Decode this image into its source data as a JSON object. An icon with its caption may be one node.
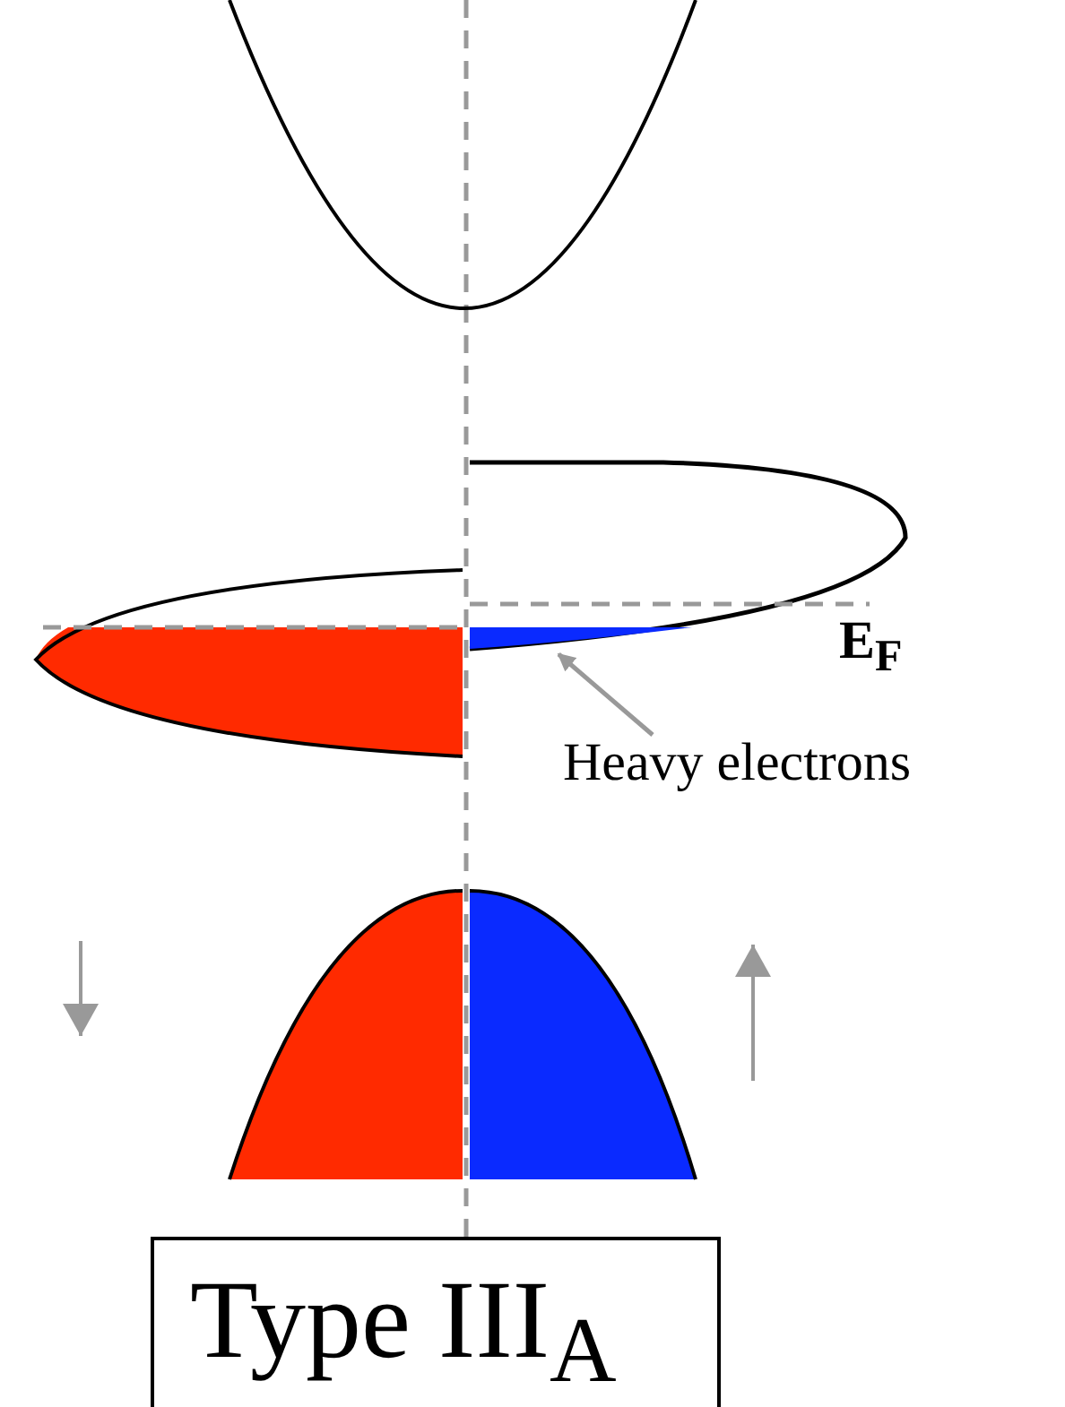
{
  "diagram": {
    "nodes": [
      {
        "text": [
          "Type III$_{A}$"
        ]
      },
      {
        "text": [
          "Heavy electrons"
        ]
      },
      {
        "text": [],
        "shape": "picture"
      }
    ],
    "edges": [
      {
        "from": 1,
        "to": 2,
        "arrow": "to"
      }
    ],
    "labels": [
      "E$_{F}$"
    ]
  }
}
